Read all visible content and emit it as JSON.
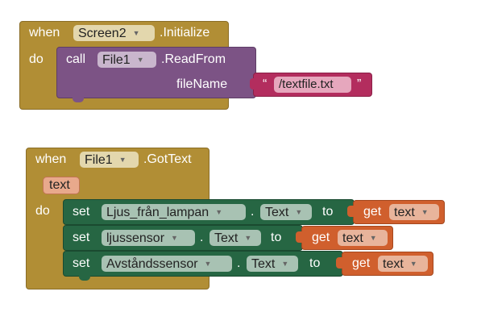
{
  "block1": {
    "when": "when",
    "component": "Screen2",
    "event": ".Initialize",
    "do": "do",
    "call_block": {
      "call": "call",
      "component": "File1",
      "method": ".ReadFrom",
      "arg_label": "fileName"
    },
    "string_block": {
      "open_quote": "“",
      "value": "/textfile.txt",
      "close_quote": "”"
    }
  },
  "block2": {
    "when": "when",
    "component": "File1",
    "event": ".GotText",
    "param": "text",
    "do": "do",
    "statements": [
      {
        "set": "set",
        "component": "Ljus_från_lampan",
        "dot": ".",
        "property": "Text",
        "to": "to",
        "get": "get",
        "var": "text"
      },
      {
        "set": "set",
        "component": "ljussensor",
        "dot": ".",
        "property": "Text",
        "to": "to",
        "get": "get",
        "var": "text"
      },
      {
        "set": "set",
        "component": "Avståndssensor",
        "dot": ".",
        "property": "Text",
        "to": "to",
        "get": "get",
        "var": "text"
      }
    ]
  },
  "icons": {
    "dropdown": "dropdown-arrow-icon"
  },
  "colors": {
    "event": "#b18e35",
    "procedure": "#7c5385",
    "setter": "#266643",
    "getter": "#d05f2d",
    "string": "#b32d5e"
  }
}
